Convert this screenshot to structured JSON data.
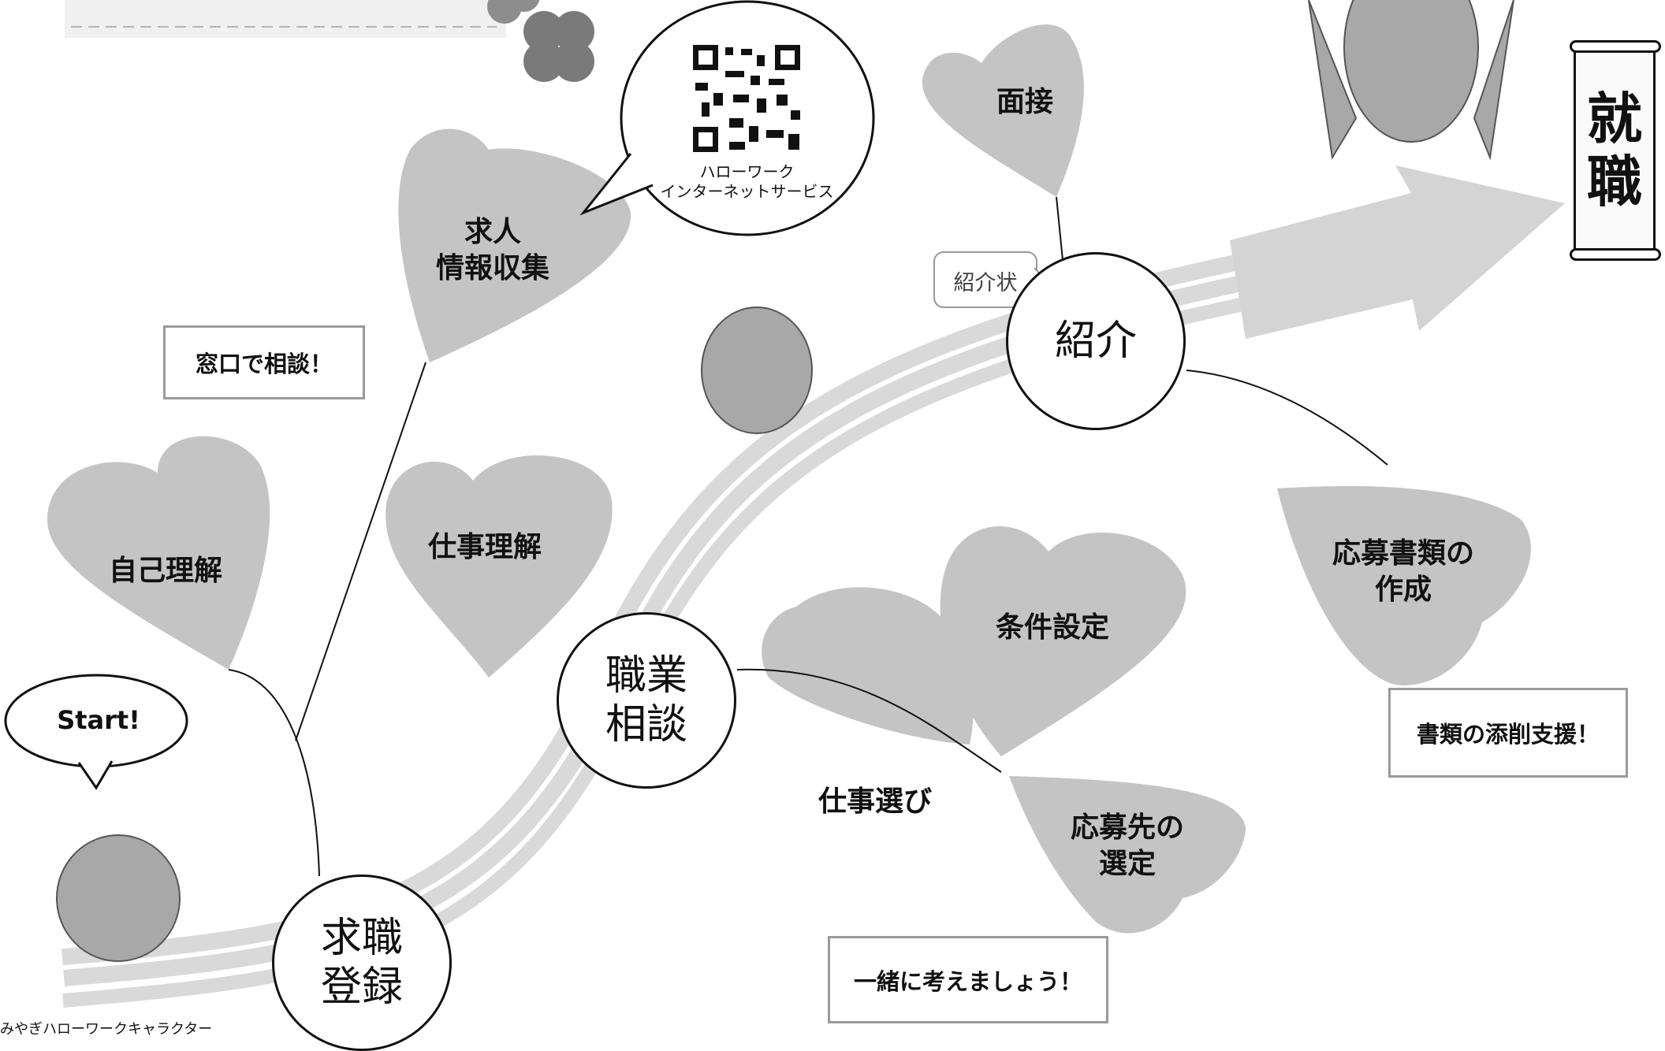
{
  "goal": {
    "label": "就\n職"
  },
  "steps": {
    "kyushoku_toroku": "求職\n登録",
    "shokugyo_sodan": "職業\n相談",
    "shokai": "紹介"
  },
  "hearts": {
    "jiko_rikai": "自己理解",
    "shigoto_rikai": "仕事理解",
    "kyujin_joho": "求人\n情報収集",
    "mensetsu": "面接",
    "joken_settei": "条件設定",
    "shigoto_erabi": "仕事選び",
    "oubosaki": "応募先の\n選定",
    "oubo_shorui": "応募書類の\n作成"
  },
  "notes": {
    "madoguchi": "窓口で相談！",
    "issho": "一緒に考えましょう！",
    "tensaku": "書類の添削支援！"
  },
  "bubbles": {
    "start": "Start!",
    "shokaijo": "紹介状",
    "qr_line1": "ハローワーク",
    "qr_line2": "インターネットサービス"
  },
  "footer": {
    "caption": "みやぎハローワークキャラクター"
  },
  "colors": {
    "heart": "#c4c4c4",
    "road": "#d9d9d9",
    "line": "#111111",
    "note_border": "#9a9a9a"
  },
  "icons": [
    "qr-code-icon",
    "bird-mascot-icon",
    "flower-icon",
    "scroll-icon"
  ]
}
